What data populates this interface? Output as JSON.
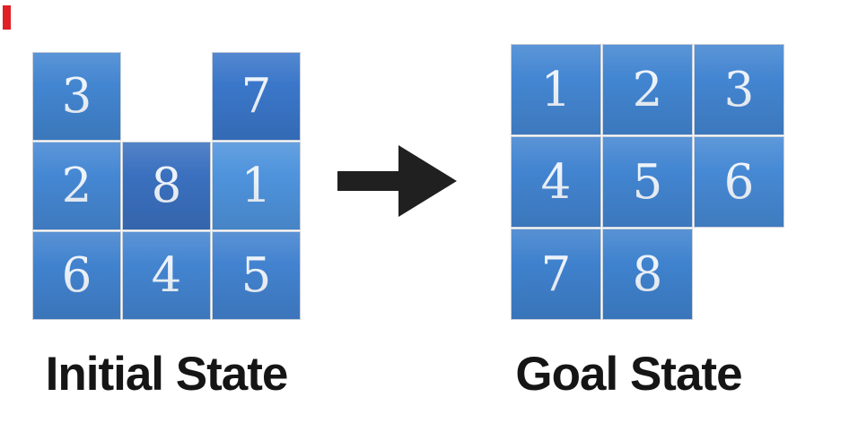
{
  "figure": {
    "background": "#ffffff"
  },
  "red_mark": {
    "color": "#e01f26"
  },
  "arrow": {
    "direction": "right",
    "color": "#202020"
  },
  "tile_style": {
    "number_color": "#edf3fa"
  },
  "initial_puzzle": {
    "label": "Initial State",
    "cells": [
      {
        "value": "3",
        "color": "#4285d0"
      },
      {
        "value": "",
        "color": ""
      },
      {
        "value": "7",
        "color": "#3a76c9"
      },
      {
        "value": "2",
        "color": "#4587d3"
      },
      {
        "value": "8",
        "color": "#3a70bf"
      },
      {
        "value": "1",
        "color": "#4e93dc"
      },
      {
        "value": "6",
        "color": "#4182ce"
      },
      {
        "value": "4",
        "color": "#4384d0"
      },
      {
        "value": "5",
        "color": "#4282cf"
      }
    ]
  },
  "goal_puzzle": {
    "label": "Goal State",
    "cells": [
      {
        "value": "1",
        "color": "#4486d2"
      },
      {
        "value": "2",
        "color": "#4285d1"
      },
      {
        "value": "3",
        "color": "#4385d1"
      },
      {
        "value": "4",
        "color": "#4284d0"
      },
      {
        "value": "5",
        "color": "#4285d1"
      },
      {
        "value": "6",
        "color": "#4689d4"
      },
      {
        "value": "7",
        "color": "#3f81cd"
      },
      {
        "value": "8",
        "color": "#3f82ce"
      },
      {
        "value": "",
        "color": ""
      }
    ]
  }
}
